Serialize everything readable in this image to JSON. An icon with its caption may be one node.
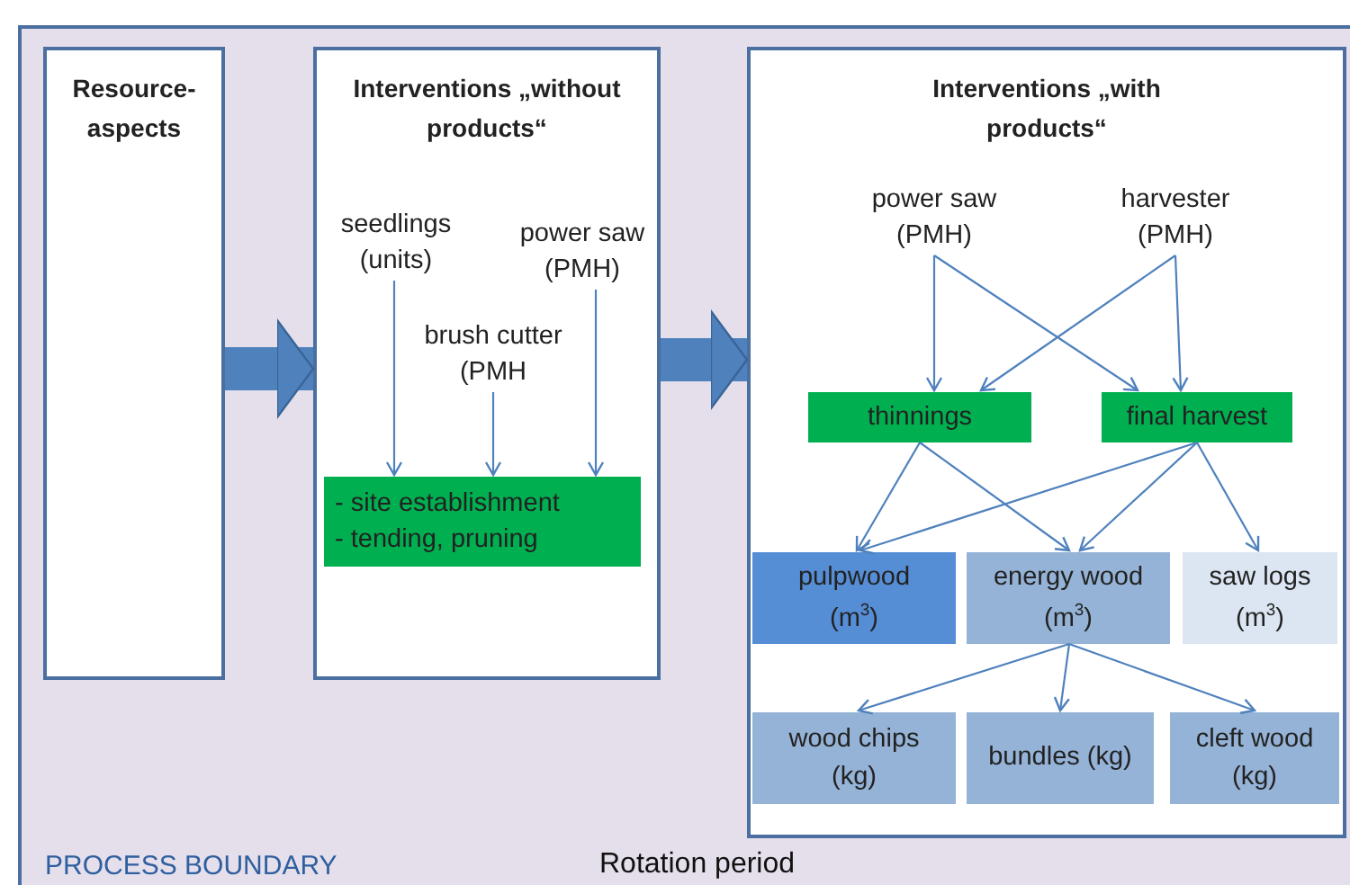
{
  "diagram": {
    "nodes": [
      {
        "text": [
          "PROCESS BOUNDARY"
        ]
      },
      {
        "text": [
          "Resource-aspects"
        ],
        "in": 0
      },
      {
        "text": [
          "Interventions „without products“"
        ],
        "in": 0
      },
      {
        "text": [
          "seedlings (units)"
        ],
        "in": 2
      },
      {
        "text": [
          "power saw (PMH)"
        ],
        "in": 2
      },
      {
        "text": [
          "brush cutter (PMH"
        ],
        "in": 2
      },
      {
        "text": [
          "- site establishment",
          "- tending, pruning"
        ],
        "in": 2
      },
      {
        "text": [
          "Interventions „with products“"
        ],
        "in": 0
      },
      {
        "text": [
          "power saw (PMH)"
        ],
        "in": 7
      },
      {
        "text": [
          "harvester (PMH)"
        ],
        "in": 7
      },
      {
        "text": [
          "thinnings"
        ],
        "in": 7
      },
      {
        "text": [
          "final harvest"
        ],
        "in": 7
      },
      {
        "text": [
          "pulpwood (m$^{3}$)"
        ],
        "in": 7
      },
      {
        "text": [
          "energy wood (m$^{3}$)"
        ],
        "in": 7
      },
      {
        "text": [
          "saw logs (m$^{3}$)"
        ],
        "in": 7
      },
      {
        "text": [
          "wood chips (kg)"
        ],
        "in": 7
      },
      {
        "text": [
          "bundles (kg)"
        ],
        "in": 7
      },
      {
        "text": [
          "cleft wood (kg)"
        ],
        "in": 7
      }
    ],
    "edges": [
      {
        "from": 1,
        "to": 2,
        "arrow": "to",
        "style": "thick"
      },
      {
        "from": 2,
        "to": 7,
        "arrow": "to",
        "style": "thick"
      },
      {
        "from": 3,
        "to": 6,
        "arrow": "to"
      },
      {
        "from": 5,
        "to": 6,
        "arrow": "to"
      },
      {
        "from": 4,
        "to": 6,
        "arrow": "to"
      },
      {
        "from": 8,
        "to": 10,
        "arrow": "to"
      },
      {
        "from": 8,
        "to": 11,
        "arrow": "to"
      },
      {
        "from": 9,
        "to": 10,
        "arrow": "to"
      },
      {
        "from": 9,
        "to": 11,
        "arrow": "to"
      },
      {
        "from": 10,
        "to": 12,
        "arrow": "to"
      },
      {
        "from": 10,
        "to": 13,
        "arrow": "to"
      },
      {
        "from": 11,
        "to": 12,
        "arrow": "to"
      },
      {
        "from": 11,
        "to": 13,
        "arrow": "to"
      },
      {
        "from": 11,
        "to": 14,
        "arrow": "to"
      },
      {
        "from": 13,
        "to": 15,
        "arrow": "to"
      },
      {
        "from": 13,
        "to": 16,
        "arrow": "to"
      },
      {
        "from": 13,
        "to": 17,
        "arrow": "to"
      }
    ],
    "labels": [
      "Rotation period"
    ]
  }
}
